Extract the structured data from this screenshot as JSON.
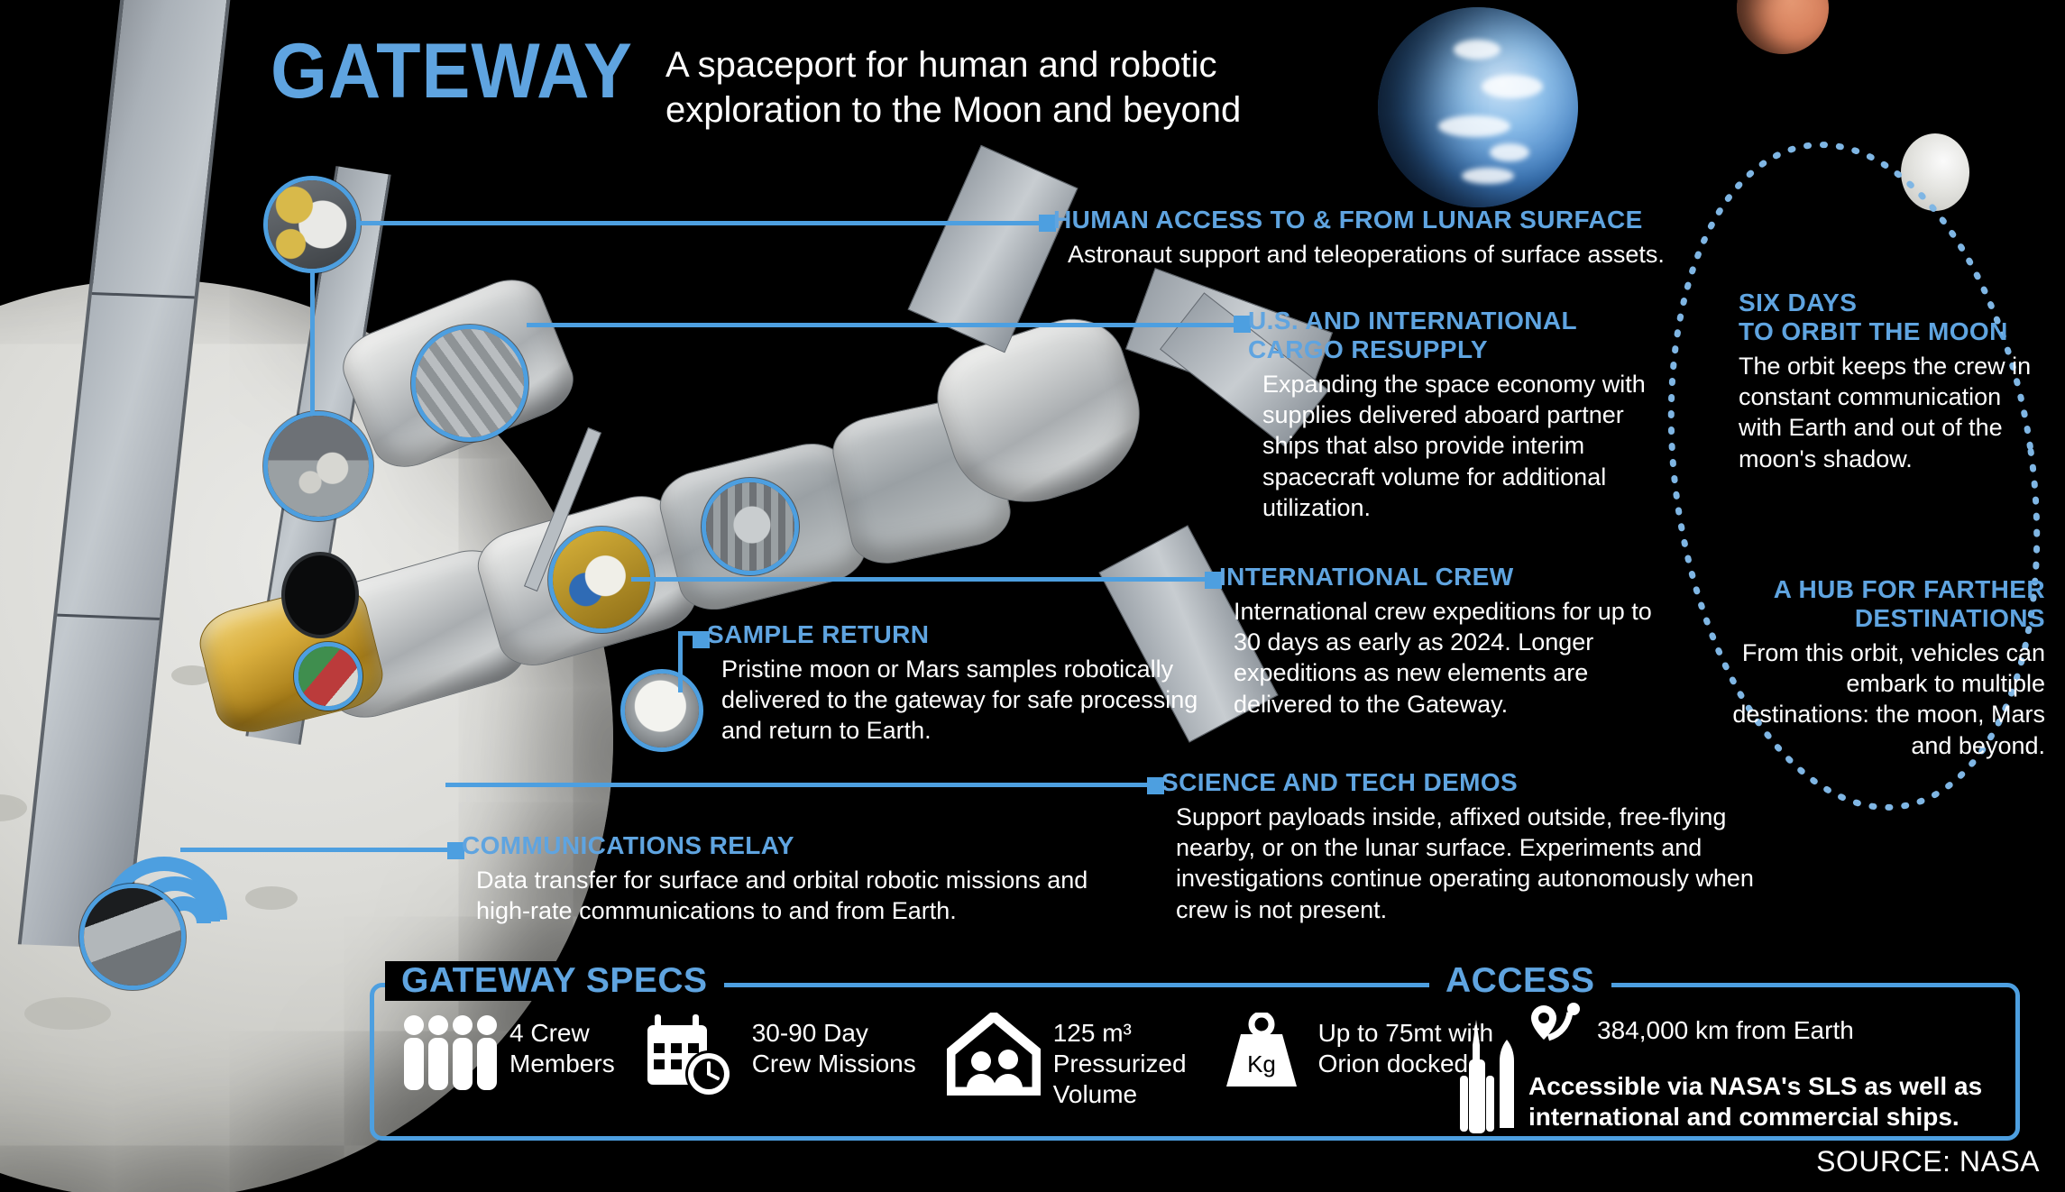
{
  "header": {
    "title": "GATEWAY",
    "subtitle": "A spaceport for human and robotic exploration to the Moon and beyond"
  },
  "colors": {
    "accent": "#5fa4e0",
    "line": "#4d9fe0",
    "background": "#000000",
    "text": "#ffffff"
  },
  "callouts": [
    {
      "id": "human-access",
      "heading": "HUMAN ACCESS TO & FROM LUNAR SURFACE",
      "body": "Astronaut support and teleoperations of surface assets."
    },
    {
      "id": "cargo-resupply",
      "heading": "U.S. AND INTERNATIONAL\nCARGO RESUPPLY",
      "body": "Expanding the space economy with supplies delivered aboard partner ships that also provide interim spacecraft volume for additional utilization."
    },
    {
      "id": "international-crew",
      "heading": "INTERNATIONAL CREW",
      "body": "International crew expeditions for up to 30 days as early as 2024. Longer expeditions as new elements are delivered to the Gateway."
    },
    {
      "id": "sample-return",
      "heading": "SAMPLE RETURN",
      "body": "Pristine moon or Mars samples robotically delivered to the gateway for safe processing and return to Earth."
    },
    {
      "id": "science-tech-demos",
      "heading": "SCIENCE AND TECH DEMOS",
      "body": "Support payloads inside, affixed outside, free-flying nearby, or on the lunar surface. Experiments and investigations continue operating autonomously when crew is not present."
    },
    {
      "id": "communications-relay",
      "heading": "COMMUNICATIONS RELAY",
      "body": "Data transfer for surface and orbital robotic missions and high-rate communications to and from Earth."
    },
    {
      "id": "six-days",
      "heading": "SIX DAYS\nTO ORBIT THE MOON",
      "body": "The orbit keeps the crew in constant communication with Earth and out of the moon's shadow."
    },
    {
      "id": "hub-destinations",
      "heading": "A HUB FOR FARTHER\nDESTINATIONS",
      "body": "From this orbit, vehicles can embark to multiple destinations: the moon, Mars and beyond."
    }
  ],
  "specs_panel": {
    "label": "GATEWAY SPECS",
    "items": [
      {
        "icon": "crew-people-icon",
        "text": "4 Crew\nMembers"
      },
      {
        "icon": "calendar-clock-icon",
        "text": "30-90 Day\nCrew Missions"
      },
      {
        "icon": "habitat-volume-icon",
        "text": "125 m³\nPressurized\nVolume"
      },
      {
        "icon": "weight-kg-icon",
        "text": "Up to 75mt with\nOrion docked"
      }
    ]
  },
  "access_panel": {
    "label": "ACCESS",
    "icon": "rocket-sls-icon",
    "pin_icon": "map-pin-icon",
    "distance": "384,000 km from Earth",
    "note": "Accessible via NASA's SLS as well as\ninternational and commercial ships."
  },
  "footer": {
    "source": "SOURCE: NASA"
  }
}
